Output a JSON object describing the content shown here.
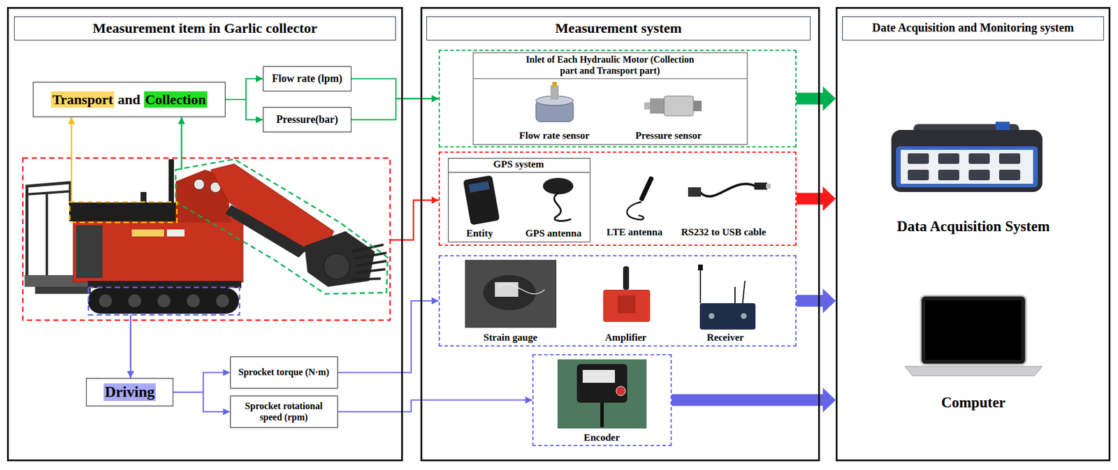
{
  "diagram": {
    "nodes": [
      {
        "text": [
          "Measurement item in Garlic collector"
        ]
      },
      {
        "text": [
          "Transport",
          "and",
          "Collection"
        ],
        "in": 0
      },
      {
        "text": [
          "Flow rate (lpm)"
        ],
        "in": 0
      },
      {
        "text": [
          "Pressure(bar)"
        ],
        "in": 0
      },
      {
        "text": [
          "Driving"
        ],
        "in": 0
      },
      {
        "text": [
          "Sprocket torque (N·m)"
        ],
        "in": 0
      },
      {
        "text": [
          "Sprocket rotational speed (rpm)"
        ],
        "in": 0
      },
      {
        "text": [
          "Measurement system"
        ]
      },
      {
        "text": [
          "Inlet of Each Hydraulic Motor (Collection part and Transport part)",
          "Flow rate sensor",
          "Pressure sensor"
        ],
        "in": 7
      },
      {
        "text": [
          "LTE antenna",
          "RS232 to USB cable"
        ],
        "in": 7
      },
      {
        "text": [
          "GPS system",
          "Entity",
          "GPS antenna"
        ],
        "in": 9
      },
      {
        "text": [
          "Strain gauge",
          "Amplifier",
          "Receiver"
        ],
        "in": 7
      },
      {
        "text": [
          "Encoder"
        ],
        "in": 7
      },
      {
        "text": [
          "Date Acquisition and Monitoring system"
        ]
      }
    ],
    "edges": [
      {
        "from": 1,
        "to": 2,
        "arrow": "to"
      },
      {
        "from": 1,
        "to": 3,
        "arrow": "to"
      },
      {
        "from": 2,
        "to": 8,
        "arrow": "to"
      },
      {
        "from": 3,
        "to": 8,
        "arrow": "to"
      },
      {
        "from": 4,
        "to": 5,
        "arrow": "to"
      },
      {
        "from": 4,
        "to": 6,
        "arrow": "to"
      },
      {
        "from": 5,
        "to": 11,
        "arrow": "to"
      },
      {
        "from": 6,
        "to": 12,
        "arrow": "to"
      },
      {
        "from": 8,
        "to": 13,
        "arrow": "to"
      },
      {
        "from": 9,
        "to": 13,
        "arrow": "to"
      },
      {
        "from": 11,
        "to": 13,
        "arrow": "to"
      },
      {
        "from": 12,
        "to": 13,
        "arrow": "to"
      }
    ],
    "labels": [
      "Data Acquisition System",
      "Computer"
    ]
  }
}
